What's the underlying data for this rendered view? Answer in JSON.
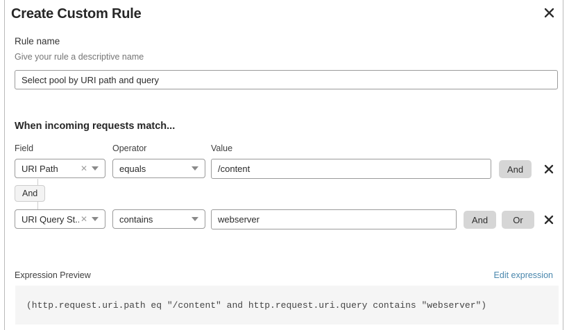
{
  "dialog": {
    "title": "Create Custom Rule",
    "close_icon": "close-icon"
  },
  "rule_name": {
    "label": "Rule name",
    "description": "Give your rule a descriptive name",
    "value": "Select pool by URI path and query",
    "placeholder": ""
  },
  "conditions": {
    "section_title": "When incoming requests match...",
    "columns": {
      "field": "Field",
      "operator": "Operator",
      "value": "Value"
    },
    "connector": {
      "label": "And"
    },
    "rows": [
      {
        "field": "URI Path",
        "operator": "equals",
        "value": "/content",
        "clear_icon": "clear-icon",
        "caret_icon": "chevron-down-icon",
        "buttons": [
          "And"
        ],
        "remove_icon": "close-icon"
      },
      {
        "field": "URI Query St...",
        "operator": "contains",
        "value": "webserver",
        "clear_icon": "clear-icon",
        "caret_icon": "chevron-down-icon",
        "buttons": [
          "And",
          "Or"
        ],
        "remove_icon": "close-icon"
      }
    ]
  },
  "expression": {
    "label": "Expression Preview",
    "edit_link": "Edit expression",
    "code": "(http.request.uri.path eq \"/content\" and http.request.uri.query contains \"webserver\")"
  },
  "colors": {
    "link": "#4a87ad",
    "button_bg": "#d6d6d6",
    "code_bg": "#f5f5f5",
    "border": "#9a9a9a"
  }
}
